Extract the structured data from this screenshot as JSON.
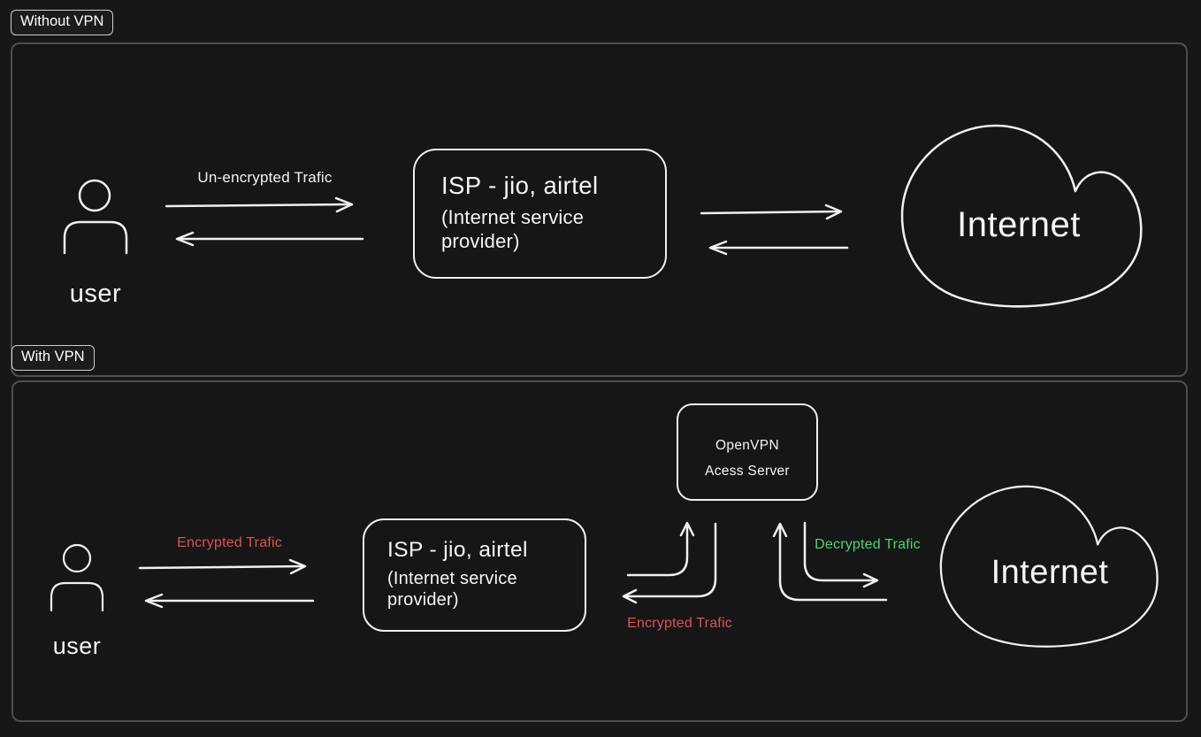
{
  "colors": {
    "background": "#171718",
    "panel_border": "#4b4e52",
    "stroke": "#f0f0f0",
    "red_traffic": "#dd5450",
    "green_traffic": "#4fd37c"
  },
  "without_vpn": {
    "badge": "Without VPN",
    "user_label": "user",
    "uplink_label": "Un-encrypted Trafic",
    "isp_box": {
      "title": "ISP - jio, airtel",
      "subtitle": "(Internet service provider)"
    },
    "internet_label": "Internet"
  },
  "with_vpn": {
    "badge": "With VPN",
    "user_label": "user",
    "uplink_label": "Encrypted Trafic",
    "isp_box": {
      "title": "ISP - jio, airtel",
      "subtitle": "(Internet service provider)"
    },
    "vpn_box": {
      "line1": "OpenVPN",
      "line2": "Acess Server"
    },
    "tunnel_label": "Encrypted Trafic",
    "decrypted_label": "Decrypted Trafic",
    "internet_label": "Internet"
  }
}
